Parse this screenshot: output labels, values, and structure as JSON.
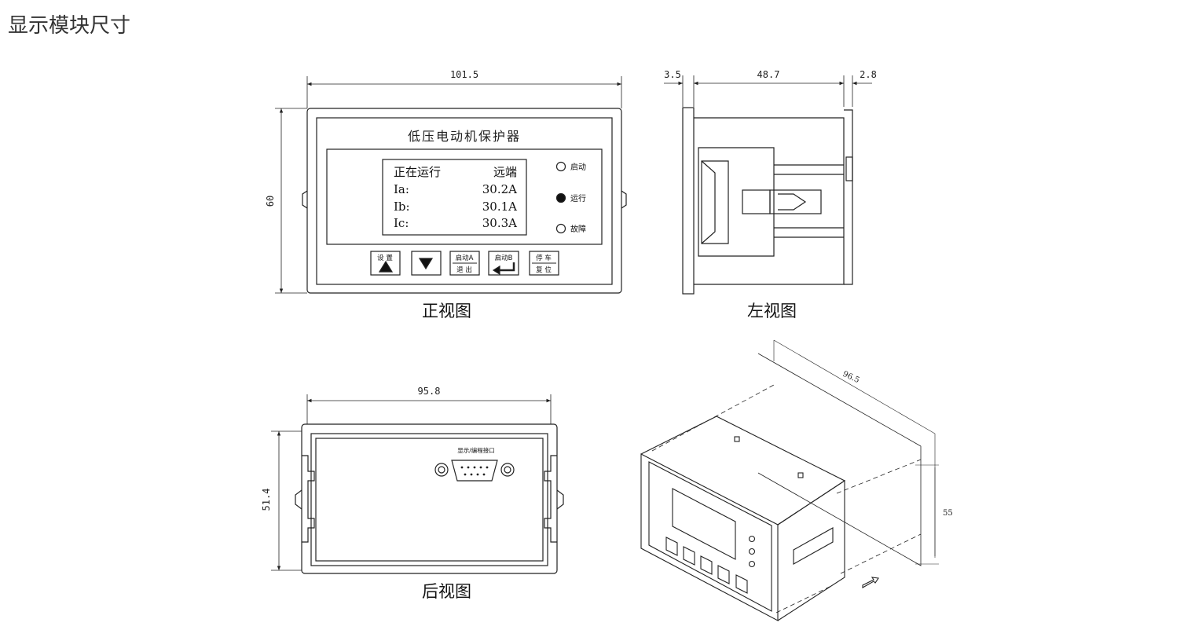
{
  "page_title": "显示模块尺寸",
  "views": {
    "front": {
      "caption": "正视图",
      "width_dim": "101.5",
      "height_dim": "60",
      "device_title": "低压电动机保护器",
      "lcd": {
        "line1_left": "正在运行",
        "line1_right": "远端",
        "line2_left": "Ia:",
        "line2_right": "30.2A",
        "line3_left": "Ib:",
        "line3_right": "30.1A",
        "line4_left": "Ic:",
        "line4_right": "30.3A"
      },
      "leds": [
        {
          "label": "启动",
          "state": "off"
        },
        {
          "label": "运行",
          "state": "on"
        },
        {
          "label": "故障",
          "state": "off"
        }
      ],
      "buttons": [
        {
          "top": "设 置",
          "bottom": "▲"
        },
        {
          "top": "",
          "bottom": "▼"
        },
        {
          "top": "启动A",
          "bottom": "退 出"
        },
        {
          "top": "启动B",
          "bottom": "↵"
        },
        {
          "top": "停 车",
          "bottom": "复 位"
        }
      ]
    },
    "left": {
      "caption": "左视图",
      "dim_a": "3.5",
      "dim_b": "48.7",
      "dim_c": "2.8"
    },
    "rear": {
      "caption": "后视图",
      "width_dim": "95.8",
      "height_dim": "51.4",
      "port_label": "显示/编程接口"
    },
    "iso": {
      "dim_depth": "96.5",
      "dim_height": "55"
    }
  }
}
